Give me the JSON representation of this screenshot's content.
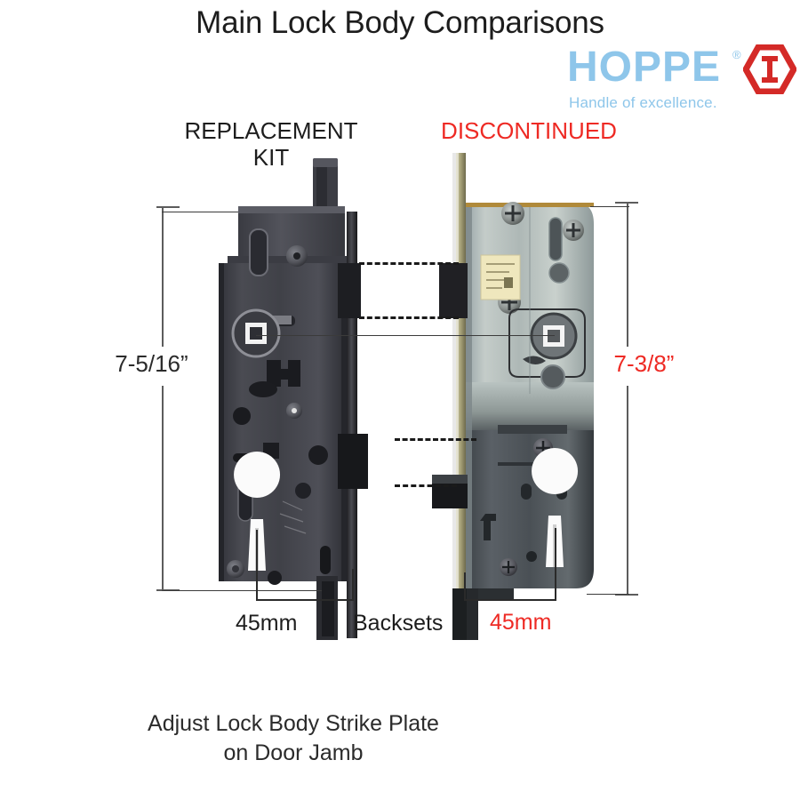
{
  "page": {
    "title": "Main Lock Body Comparisons",
    "caption_line1": "Adjust Lock Body Strike Plate",
    "caption_line2": "on Door Jamb",
    "background": "#ffffff"
  },
  "logo": {
    "wordmark": "HOPPE",
    "registered": "®",
    "tagline": "Handle of excellence.",
    "word_color": "#8ec6ea",
    "hex_color": "#d42a27",
    "hex_icon": "hoppe-hexagon-icon"
  },
  "columns": {
    "left": {
      "header_line1": "REPLACEMENT",
      "header_line2": "KIT",
      "header_color": "#1d1d1d",
      "height_label": "7-5/16”",
      "height_color": "#2b2b2b",
      "backset_label": "45mm",
      "backset_color": "#1d1d1d",
      "body_finish": "dark-gray-painted-steel"
    },
    "right": {
      "header_line1": "DISCONTINUED",
      "header_line2": "",
      "header_color": "#ee2a24",
      "height_label": "7-3/8”",
      "height_color": "#ee2a24",
      "backset_label": "45mm",
      "backset_color": "#ee2a24",
      "body_finish": "galvanized-zinc-steel"
    }
  },
  "labels": {
    "backsets": "Backsets"
  }
}
